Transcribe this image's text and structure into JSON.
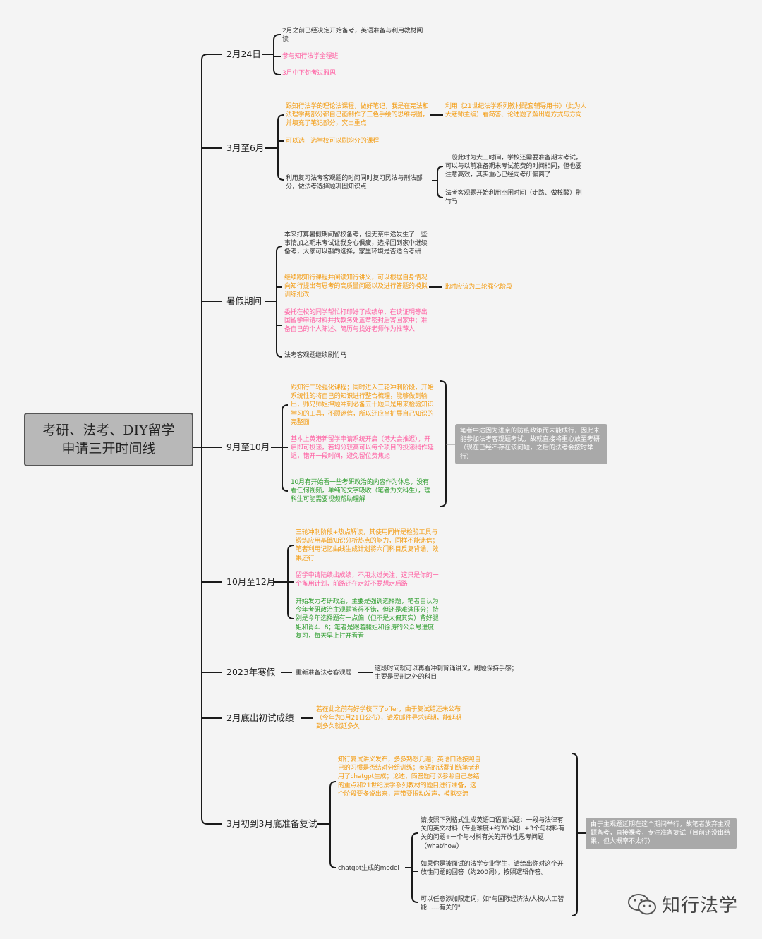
{
  "root": {
    "line1": "考研、法考、DIY留学",
    "line2": "申请三开时间线"
  },
  "stages": {
    "s1": "2月24日",
    "s2": "3月至6月",
    "s3": "暑假期间",
    "s4": "9月至10月",
    "s5": "10月至12月",
    "s6": "2023年寒假",
    "s7": "2月底出初试成绩",
    "s8": "3月初到3月底准备复试"
  },
  "nodes": {
    "n1a": "2月之前已经决定开始备考，英语准备与利用教材阅读",
    "n1b": "参与知行法学全程班",
    "n1c": "3月中下旬考过雅思",
    "n2a": "跟知行法学的理论法课程，做好笔记，我是在宪法和法理学两部分都自己画制作了三色手绘的思维导图，并填充了笔记部分，突出重点",
    "n2a1": "利用《21世纪法学系列教材配套辅导用书》（此为人大老师主编）看简答、论述题了解出题方式与方向",
    "n2b": "可以选一选学校可以刷均分的课程",
    "n2c": "利用复习法考客观题的时间同时复习民法与刑法部分，做法考选择题巩固知识点",
    "n2c1": "一般此时为大三时间，学校还需要准备期末考试，可以与以前准备期末考试花费的时间相同，但也要注意高效，其实重心已经向考研偏离了",
    "n2c2": "法考客观题开始利用空闲时间（走路、做核酸）刷竹马",
    "n3a": "本来打算暑假期间留校备考，但无奈中途发生了一些事情加之期末考试让我身心俱疲，选择回到家中继续备考，大家可以斟酌选择，家里环境是否适合考研",
    "n3b": "继续跟知行课程并阅读知行讲义，可以根据自身情况向知行提出有思考的高质量问题以及进行答题的模拟训练批改",
    "n3b1": "此时应该为二轮强化阶段",
    "n3c": "委托在校的同学帮忙打印好了成绩单，在读证明等出国留学申请材料并找教务处盖章密封后寄回家中；准备自己的个人陈述、简历与找好老师作为推荐人",
    "n3d": "法考客观题继续刷竹马",
    "n4a": "跟知行二轮强化课程；同时进入三轮冲刺阶段，开始系统性的将自己的知识进行整合梳理，能够做到输出，师兄师姐押题冲刺必备五十题只是用来检验知识学习的工具，不顾迷信，所以还应当扩展自己知识的完整面",
    "n4b": "基本上英港新留学申请系统开启（港大会推迟），开启即可投递，若均分较高可以每个项目的投递稍作延迟，错开一段时间，避免留位费焦虑",
    "n4c": "10月有开始看一些考研政治的内容作为休息，没有看任何视频，单纯的文字吸收（笔者为文科生），理科生可能需要视频帮助理解",
    "n4note": "笔者中途因为进京的防疫政策而未能成行，因此未能参加法考客观题考试，故就直接将重心放至考研（现在已经不存在该问题，之后的法考会按时举行）",
    "n5a": "三轮冲刺阶段+热点解读，其使用同样是检验工具与锻炼应用基础知识分析热点的能力，同样不能迷信；笔者利用记忆曲线生成计划将六门科目反复背诵，效果还行",
    "n5b": "留学申请陆续出成绩，不用太过关注，这只是你的一个备用计划，前路还在走就不要想走后路",
    "n5c": "开始发力考研政治，主要是强调选择题，笔者自认为今年考研政治主观题答得不错，但还是难逃压分；特别是今年选择题有一点偏（但不是太偏其实）背好腿姐和肖4、8；笔者是跟着腿姐和徐涛的公众号进度复习，每天早上打开看看",
    "n6a": "重新准备法考客观题",
    "n6a1": "这段时间就可以再看冲刺背诵讲义，刷题保持手感；主要是民刑之外的科目",
    "n7a": "若在此之前有好学校下了offer，由于复试结还未公布（今年为3月21日公布），请发邮件寻求延期，能延期到多久就延多久",
    "n8a": "知行复试讲义发布，多多熟悉几遍；英语口语按照自己的习惯是否结对分组训练；英语的话翻训练笔者利用了chatgpt生成；论述、简答题可以参照自己总结的重点和21世纪法学系列教材的题目进行准备，这个阶段要多说出来，声带要振动发声，模拟交流",
    "n8b": "chatgpt生成的model",
    "n8b1": "请按照下列格式生成英语口语面试题：一段与法律有关的英文材料（专业难度+约700词）+3个与材料有关的问题+一个与材料有关的开放性思考问题（what/how）",
    "n8b2": "如果你是被面试的法学专业学生，请给出你对这个开放性问题的回答（约200词），按照逻辑作答。",
    "n8b3": "可以任意添加限定词，如\"与国际经济法/人权/人工智能……有关的\"",
    "n8note": "由于主观题延期在这个期间举行，故笔者放弃主观题备考，直接裸考，专注准备复试（目前还没出结果，但大概率不太行）"
  },
  "brand": {
    "name": "知行法学"
  },
  "colors": {
    "black": "#333333",
    "orange": "#f39c12",
    "pink": "#ff5fa2",
    "green": "#2f9e2f",
    "note_bg": "#a9a9a9",
    "root_bg": "#b8b8b8"
  }
}
